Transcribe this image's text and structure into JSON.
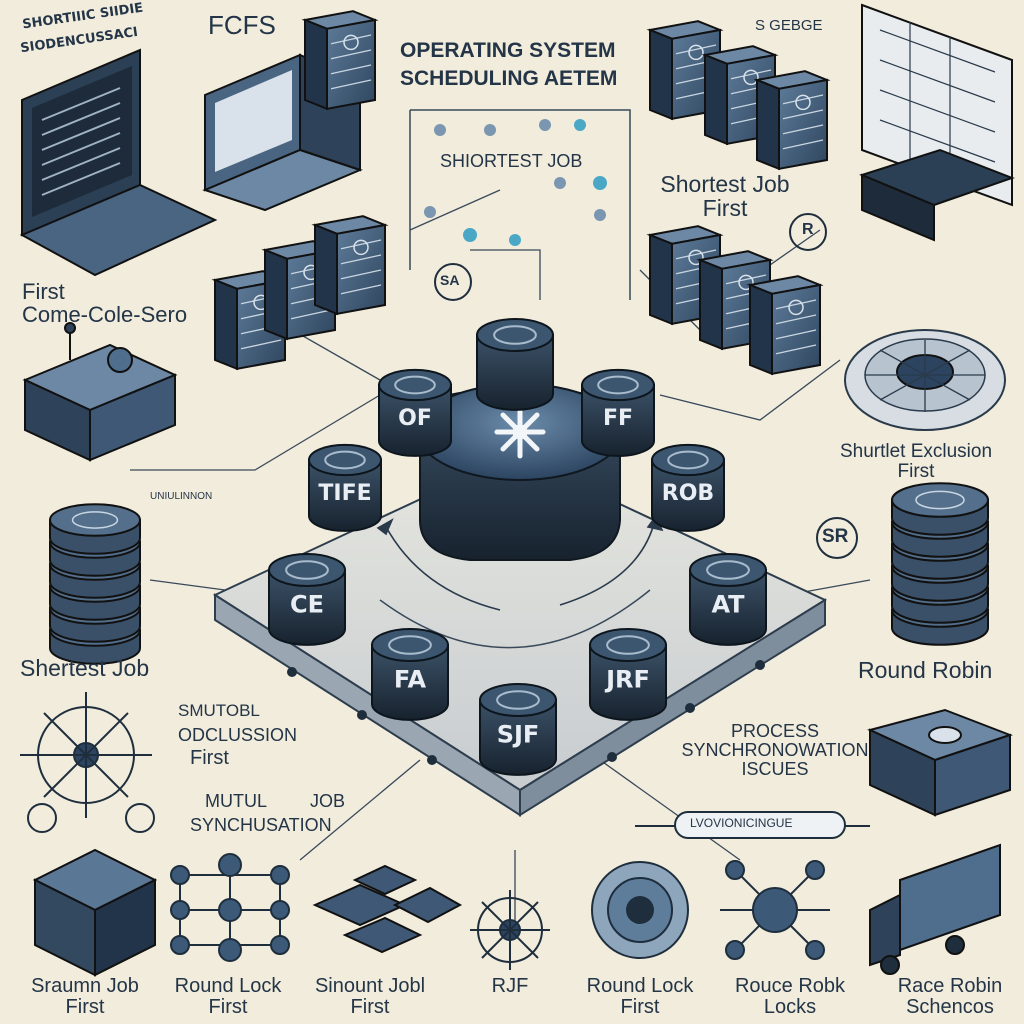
{
  "header": {
    "fcfs": "FCFS",
    "title_line1": "OPERATING SYSTEM",
    "title_line2": "SCHEDULING AЕТEM",
    "top_left_scribble": "SHORTIIIC SIIDIE",
    "top_left_scribble2": "SIODENCUSSACI",
    "top_right_badge": "S GEBGE"
  },
  "labels": {
    "shortest_job_box": "SHIORTEST JOB",
    "shortest_job_first_top": "Shortest Job",
    "shortest_job_first_top2": "First",
    "first_come": "First",
    "first_come2": "Come-Cole-Sero",
    "sa_badge": "SA",
    "r_badge": "R",
    "shortlet_exclusion": "Shurtlet Exclusion",
    "shortlet_exclusion2": "First",
    "sr_badge": "SR",
    "shortest_job_left": "Shertest Job",
    "round_robin_right": "Round Robin",
    "smutobl": "SMUTOBL",
    "oduclussion": "ODCLUSSION",
    "first_mid": "First",
    "process_sync": "PROCESS",
    "process_sync2": "SYNCHRONOWATION",
    "process_sync3": "ISCUES",
    "mutul": "MUTUL",
    "job": "JOB",
    "synchronisation": "SYNCHUSATION",
    "small_note": "UNIULINNON",
    "bottom_bar_text": "LVOVIONICINGUE"
  },
  "disks": [
    {
      "name": "disk-center",
      "text": ""
    },
    {
      "name": "disk-top",
      "text": ""
    },
    {
      "name": "disk-left-upper",
      "text": "OF"
    },
    {
      "name": "disk-right-upper",
      "text": "FF"
    },
    {
      "name": "disk-left",
      "text": "TIFE"
    },
    {
      "name": "disk-right",
      "text": "ROB"
    },
    {
      "name": "disk-left-lower",
      "text": "CE"
    },
    {
      "name": "disk-right-lower",
      "text": "AT"
    },
    {
      "name": "disk-front-left",
      "text": "FA"
    },
    {
      "name": "disk-front-right",
      "text": "JRF"
    },
    {
      "name": "disk-front",
      "text": "SJF"
    }
  ],
  "bottom_captions": [
    {
      "line1": "Sraumn Job",
      "line2": "First"
    },
    {
      "line1": "Round Lock",
      "line2": "First"
    },
    {
      "line1": "Sinount Jobl",
      "line2": "First"
    },
    {
      "line1": "RJF",
      "line2": ""
    },
    {
      "line1": "Round Lock",
      "line2": "First"
    },
    {
      "line1": "Rouce Robk",
      "line2": "Locks"
    },
    {
      "line1": "Race Robin",
      "line2": "Schencos"
    }
  ],
  "colors": {
    "background": "#f1ecdc",
    "ink": "#243547",
    "server_dark": "#3b5470",
    "server_face": "#4f6d8c",
    "disk_dark": "#1f2f40",
    "accent": "#4aa8c6"
  }
}
